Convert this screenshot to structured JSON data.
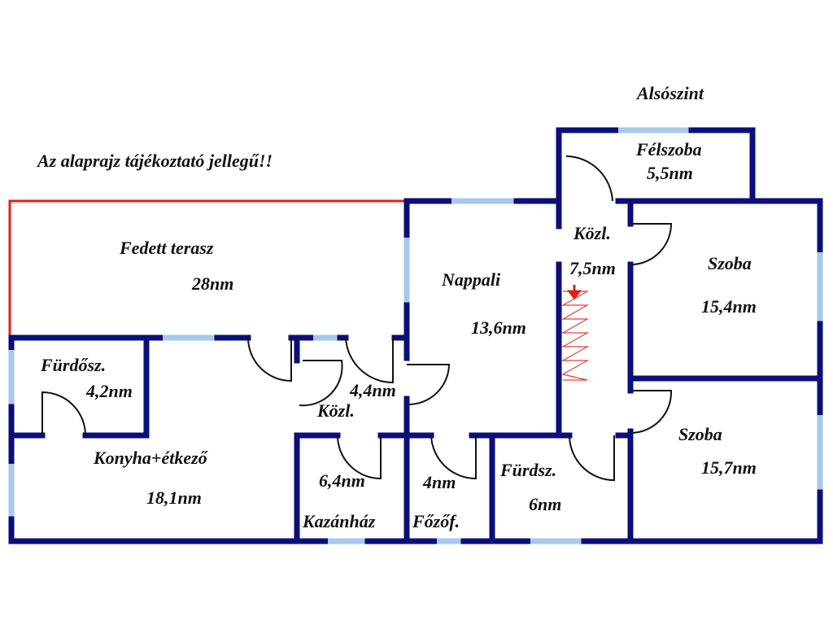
{
  "header": {
    "level": "Alsószint",
    "disclaimer": "Az alaprajz tájékoztató jellegű!!"
  },
  "rooms": {
    "terrace": {
      "name": "Fedett terasz",
      "area": "28nm"
    },
    "bath_small": {
      "name": "Fürdősz.",
      "area": "4,2nm"
    },
    "kitchen": {
      "name": "Konyha+étkező",
      "area": "18,1nm"
    },
    "hall_small": {
      "name": "Közl.",
      "area": "4,4nm"
    },
    "boiler": {
      "name": "Kazánház",
      "area": "6,4nm"
    },
    "cooking": {
      "name": "Főzőf.",
      "area": "4nm"
    },
    "living": {
      "name": "Nappali",
      "area": "13,6nm"
    },
    "hall": {
      "name": "Közl.",
      "area": "7,5nm"
    },
    "half_room": {
      "name": "Félszoba",
      "area": "5,5nm"
    },
    "room1": {
      "name": "Szoba",
      "area": "15,4nm"
    },
    "room2": {
      "name": "Szoba",
      "area": "15,7nm"
    },
    "bath": {
      "name": "Fürdsz.",
      "area": "6nm"
    }
  },
  "colors": {
    "wall": "#0a0f7a",
    "window": "#a8c8ec",
    "terrace_edge": "#e0201c"
  }
}
